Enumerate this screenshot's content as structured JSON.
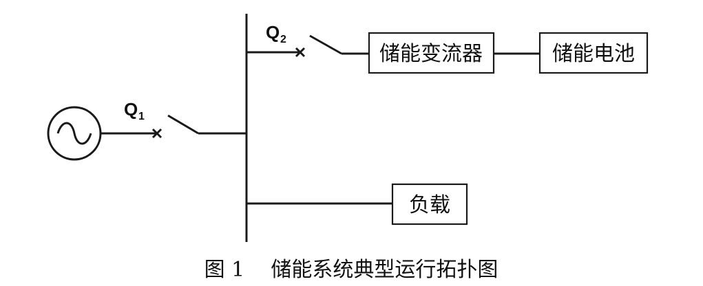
{
  "diagram": {
    "switches": [
      {
        "label": "Q",
        "subscript": "1"
      },
      {
        "label": "Q",
        "subscript": "2"
      }
    ],
    "boxes": {
      "converter": "储能变流器",
      "battery": "储能电池",
      "load": "负载"
    },
    "caption": "图 1    储能系统典型运行拓扑图"
  }
}
